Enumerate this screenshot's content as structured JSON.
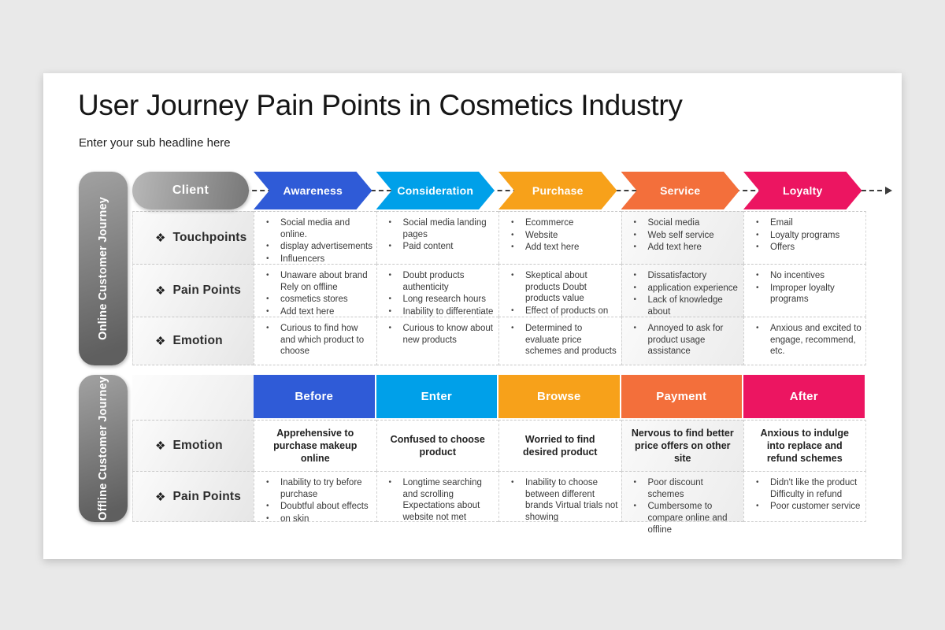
{
  "page": {
    "title": "User Journey Pain Points in Cosmetics Industry",
    "subtitle": "Enter your sub headline here"
  },
  "colors": {
    "background": "#E9E9E9",
    "slide": "#FFFFFF",
    "pill_gray_light": "#A2A2A2",
    "pill_gray_dark": "#5F5F5F",
    "dash_line": "#3C3C3C",
    "stage_blue": "#2F5BD7",
    "stage_lightblue": "#00A0E9",
    "stage_amber": "#F7A11A",
    "stage_orange": "#F36F3B",
    "stage_pink": "#EC1561"
  },
  "online": {
    "section_label": "Online Customer Journey",
    "client_label": "Client",
    "stages": [
      {
        "label": "Awareness",
        "color": "#2F5BD7"
      },
      {
        "label": "Consideration",
        "color": "#00A0E9"
      },
      {
        "label": "Purchase",
        "color": "#F7A11A"
      },
      {
        "label": "Service",
        "color": "#F36F3B"
      },
      {
        "label": "Loyalty",
        "color": "#EC1561"
      }
    ],
    "rows": [
      {
        "label": "Touchpoints",
        "icon": "❖",
        "type": "bullets",
        "cells": [
          [
            "Social media and online.",
            "display advertisements",
            "Influencers"
          ],
          [
            "Social media landing pages",
            "Paid content"
          ],
          [
            "Ecommerce",
            "Website",
            "Add text here"
          ],
          [
            "Social media",
            "Web self service",
            "Add text here"
          ],
          [
            "Email",
            "Loyalty programs",
            "Offers"
          ]
        ]
      },
      {
        "label": "Pain Points",
        "icon": "❖",
        "type": "bullets",
        "cells": [
          [
            "Unaware about brand Rely on offline",
            "cosmetics stores",
            "Add text here"
          ],
          [
            "Doubt products authenticity",
            "Long research hours",
            "Inability to differentiate"
          ],
          [
            "Skeptical about products Doubt products value",
            "Effect of products on"
          ],
          [
            "Dissatisfactory",
            "application experience",
            "Lack of knowledge about"
          ],
          [
            "No incentives",
            "Improper loyalty programs"
          ]
        ]
      },
      {
        "label": "Emotion",
        "icon": "❖",
        "type": "bullets",
        "cells": [
          [
            "Curious to find how and which product to choose"
          ],
          [
            "Curious to know about new products"
          ],
          [
            "Determined to evaluate price schemes and products"
          ],
          [
            "Annoyed to ask for product usage assistance"
          ],
          [
            "Anxious and excited to engage, recommend, etc."
          ]
        ]
      }
    ]
  },
  "offline": {
    "section_label": "Offline Customer Journey",
    "stages": [
      {
        "label": "Before",
        "color": "#2F5BD7"
      },
      {
        "label": "Enter",
        "color": "#00A0E9"
      },
      {
        "label": "Browse",
        "color": "#F7A11A"
      },
      {
        "label": "Payment",
        "color": "#F36F3B"
      },
      {
        "label": "After",
        "color": "#EC1561"
      }
    ],
    "rows": [
      {
        "label": "Emotion",
        "icon": "❖",
        "type": "text",
        "cells": [
          "Apprehensive to purchase makeup online",
          "Confused to choose product",
          "Worried to find desired product",
          "Nervous to find better price offers on other site",
          "Anxious to indulge into replace and refund schemes"
        ]
      },
      {
        "label": "Pain Points",
        "icon": "❖",
        "type": "bullets",
        "cells": [
          [
            "Inability to try before purchase",
            "Doubtful about effects",
            "on skin"
          ],
          [
            "Longtime searching and scrolling Expectations about website not met"
          ],
          [
            "Inability to choose between different brands Virtual trials not showing"
          ],
          [
            "Poor discount schemes",
            "Cumbersome to compare online and offline"
          ],
          [
            "Didn't like the product Difficulty in refund",
            "Poor customer service"
          ]
        ]
      }
    ]
  }
}
